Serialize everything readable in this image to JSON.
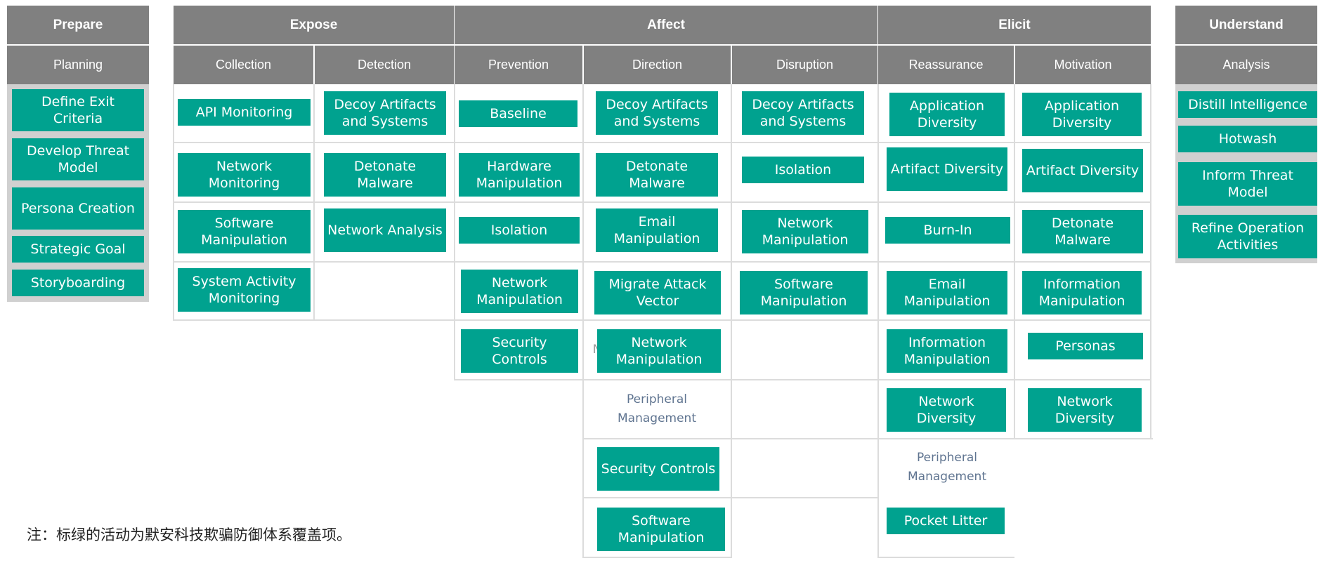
{
  "phases": {
    "prepare": "Prepare",
    "expose": "Expose",
    "affect": "Affect",
    "elicit": "Elicit",
    "understand": "Understand"
  },
  "subphases": {
    "planning": "Planning",
    "collection": "Collection",
    "detection": "Detection",
    "prevention": "Prevention",
    "direction": "Direction",
    "disruption": "Disruption",
    "reassurance": "Reassurance",
    "motivation": "Motivation",
    "analysis": "Analysis"
  },
  "activities": {
    "planning": [
      "Define Exit Criteria",
      "Develop Threat Model",
      "Persona Creation",
      "Strategic Goal",
      "Storyboarding"
    ],
    "collection": [
      "API Monitoring",
      "Network Monitoring",
      "Software Manipulation",
      "System Activity Monitoring"
    ],
    "detection": [
      "Decoy Artifacts and Systems",
      "Detonate Malware",
      "Network Analysis"
    ],
    "prevention": [
      "Baseline",
      "Hardware Manipulation",
      "Isolation",
      "Network Manipulation",
      "Security Controls"
    ],
    "direction": [
      "Decoy Artifacts and Systems",
      "Detonate Malware",
      "Email Manipulation",
      "Migrate Attack Vector",
      "Network Manipulation",
      "Peripheral Management",
      "Security Controls",
      "Software Manipulation"
    ],
    "disruption": [
      "Decoy Artifacts and Systems",
      "Isolation",
      "Network Manipulation",
      "Software Manipulation"
    ],
    "reassurance": [
      "Application Diversity",
      "Artifact Diversity",
      "Burn-In",
      "Email Manipulation",
      "Information Manipulation",
      "Network Diversity",
      "Peripheral Management",
      "Pocket Litter"
    ],
    "motivation": [
      "Application Diversity",
      "Artifact Diversity",
      "Detonate Malware",
      "Information Manipulation",
      "Personas",
      "Network Diversity"
    ],
    "analysis": [
      "Distill Intelligence",
      "Hotwash",
      "Inform Threat Model",
      "Refine Operation Activities"
    ]
  },
  "stray_glyph": "N",
  "note": "注：标绿的活动为默安科技欺骗防御体系覆盖项。",
  "colors": {
    "header": "#808080",
    "covered": "#00a28f",
    "uncovered_text": "#5f7490",
    "grid": "#dcdcdc",
    "panel": "#d0d0d0"
  }
}
